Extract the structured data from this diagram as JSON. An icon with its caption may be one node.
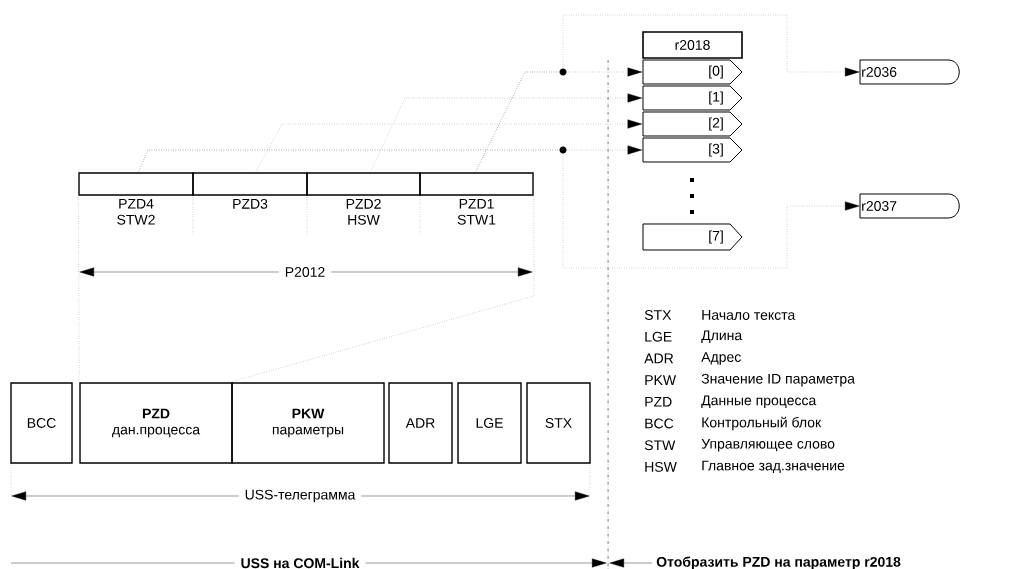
{
  "diagram": {
    "nodes": [
      {
        "text": [
          "PZD4 STW2"
        ]
      },
      {
        "text": [
          "PZD3"
        ]
      },
      {
        "text": [
          "PZD2 HSW"
        ]
      },
      {
        "text": [
          "PZD1 STW1"
        ]
      },
      {
        "text": [
          "BCC"
        ]
      },
      {
        "text": [
          "PZD",
          "дан.процесса"
        ]
      },
      {
        "text": [
          "PKW",
          "параметры"
        ]
      },
      {
        "text": [
          "ADR"
        ]
      },
      {
        "text": [
          "LGE"
        ]
      },
      {
        "text": [
          "STX"
        ]
      },
      {
        "text": [
          "r2018"
        ]
      },
      {
        "text": [
          "[0]"
        ]
      },
      {
        "text": [
          "[1]"
        ]
      },
      {
        "text": [
          "[2]"
        ]
      },
      {
        "text": [
          "[3]"
        ]
      },
      {
        "text": [
          "[7]"
        ]
      },
      {
        "text": [
          "r2036"
        ]
      },
      {
        "text": [
          "r2037"
        ]
      }
    ],
    "edges": [
      {
        "from": 3,
        "to": 11,
        "arrow": "to"
      },
      {
        "from": 2,
        "to": 12,
        "arrow": "to"
      },
      {
        "from": 1,
        "to": 13,
        "arrow": "to"
      },
      {
        "from": 0,
        "to": 14,
        "arrow": "to"
      },
      {
        "from": 3,
        "to": 16,
        "arrow": "to"
      },
      {
        "from": 0,
        "to": 17,
        "arrow": "to"
      },
      {
        "from": 5,
        "to": 0,
        "arrow": "none"
      },
      {
        "from": 5,
        "to": 3,
        "arrow": "none"
      }
    ],
    "labels": [
      "P2012",
      "STX",
      "Начало текста",
      "LGE",
      "Длина",
      "ADR",
      "Адрес",
      "PKW",
      "Значение ID параметра",
      "PZD",
      "Данные процесса",
      "BCC",
      "Контрольный блок",
      "STW",
      "Управляющее слово",
      "HSW",
      "Главное зад.значение",
      "USS-телеграмма",
      "USS на COM-Link",
      "Отобразить PZD на параметр r2018"
    ]
  }
}
